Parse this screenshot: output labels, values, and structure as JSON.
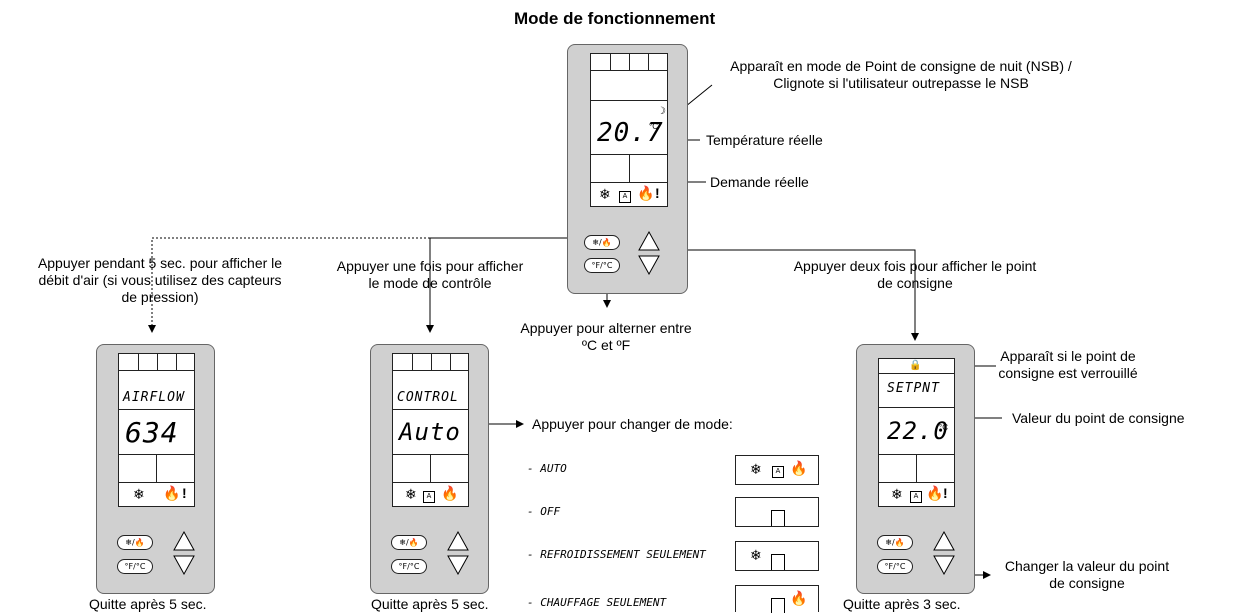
{
  "title": "Mode de fonctionnement",
  "annotations": {
    "nsb": "Apparaît en mode de Point de consigne de nuit (NSB) / Clignote si l'utilisateur outrepasse le NSB",
    "actual_temp": "Température réelle",
    "actual_demand": "Demande réelle",
    "press_airflow": "Appuyer pendant 5 sec. pour afficher le débit d'air (si vous utilisez des capteurs de pression)",
    "press_once": "Appuyer une fois pour afficher le mode de contrôle",
    "toggle_units": "Appuyer pour alterner entre ºC et ºF",
    "press_twice": "Appuyer deux fois pour afficher le point de consigne",
    "lock_visible": "Apparaît si le point de consigne est verrouillé",
    "setpoint_value": "Valeur du point de consigne",
    "change_mode": "Appuyer pour changer de mode:",
    "change_setpoint": "Changer la valeur du point de consigne"
  },
  "devices": {
    "main": {
      "value": "20.7",
      "unit": "°C"
    },
    "airflow": {
      "label": "AIRFLOW",
      "value": "634",
      "exit": "Quitte après 5 sec."
    },
    "control": {
      "label": "CONTROL",
      "value": "Auto",
      "exit": "Quitte après 5 sec."
    },
    "setpoint": {
      "label": "SETPNT",
      "value": "22.0",
      "unit": "°C",
      "exit": "Quitte après 3 sec."
    }
  },
  "buttons": {
    "mode": "❄/🔥",
    "units": "°F/°C"
  },
  "modes": [
    {
      "label": "- AUTO"
    },
    {
      "label": "- OFF"
    },
    {
      "label": "- REFROIDISSEMENT SEULEMENT"
    },
    {
      "label": "- CHAUFFAGE SEULEMENT"
    }
  ]
}
